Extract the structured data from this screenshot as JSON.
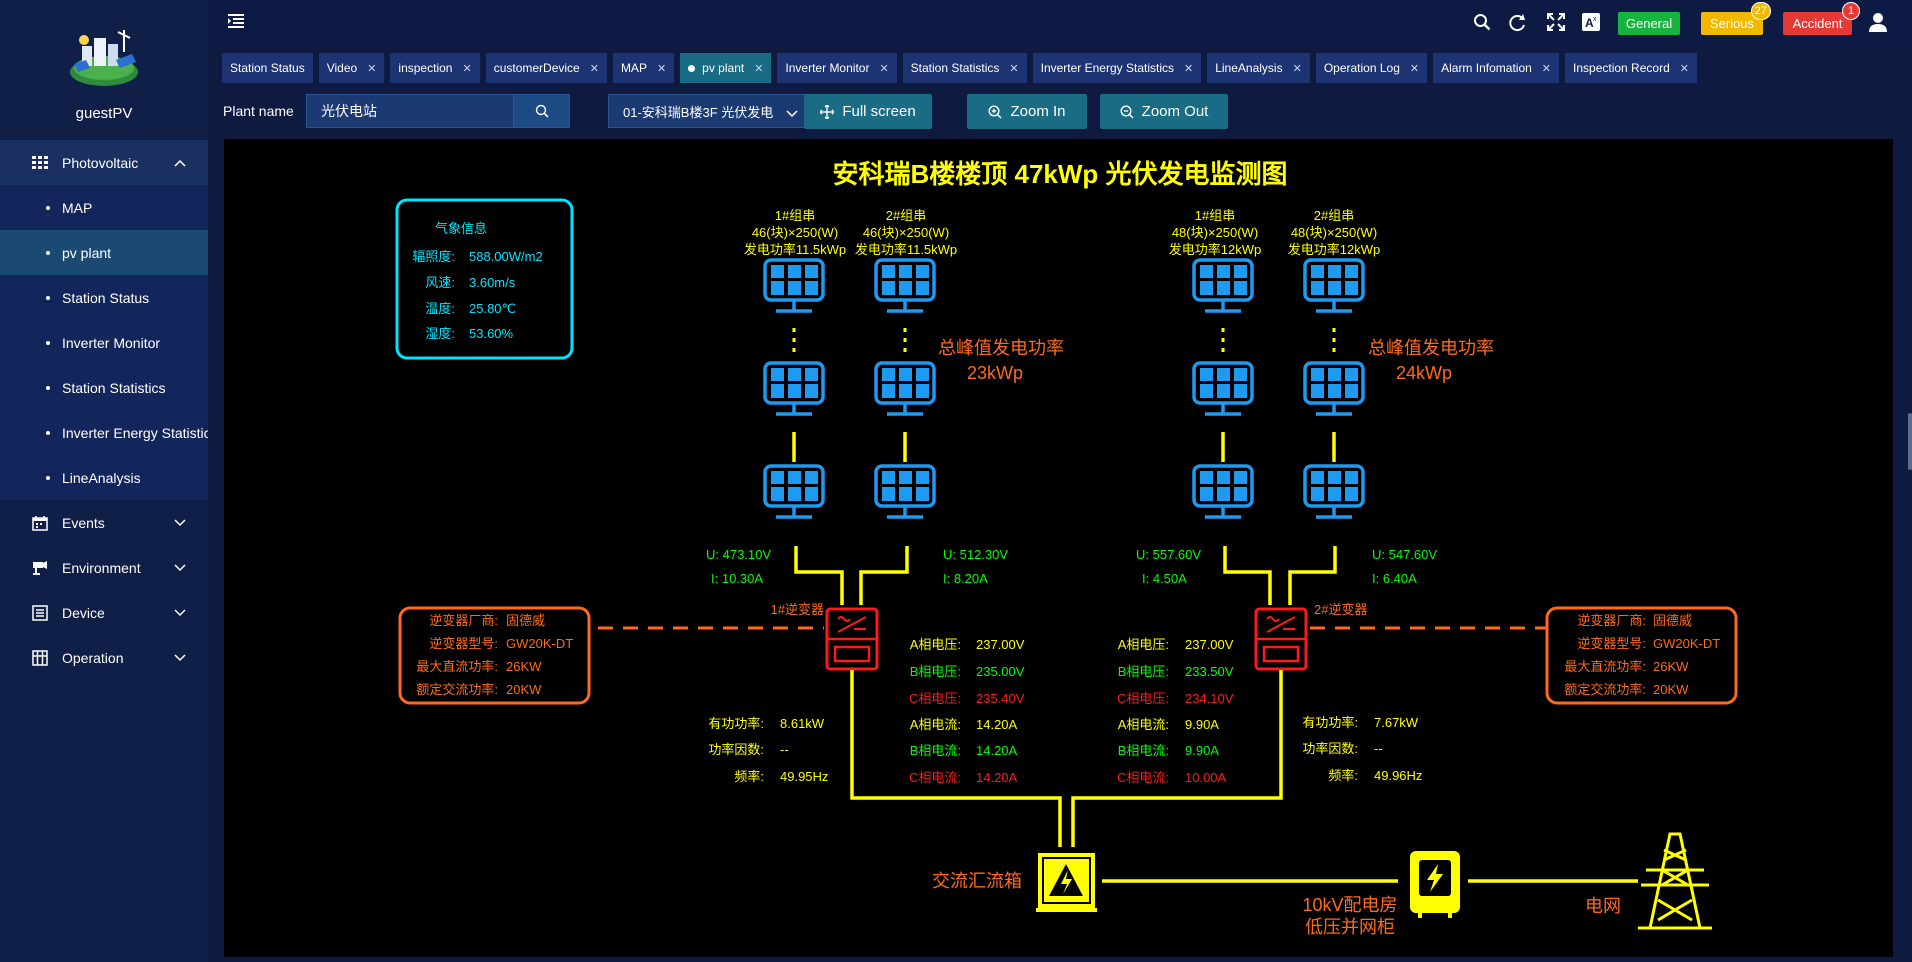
{
  "sidebar": {
    "username": "guestPV",
    "groups": [
      {
        "label": "Photovoltaic"
      },
      {
        "label": "Events"
      },
      {
        "label": "Environment"
      },
      {
        "label": "Device"
      },
      {
        "label": "Operation"
      }
    ],
    "pv_items": [
      {
        "label": "MAP"
      },
      {
        "label": "pv plant"
      },
      {
        "label": "Station Status"
      },
      {
        "label": "Inverter Monitor"
      },
      {
        "label": "Station Statistics"
      },
      {
        "label": "Inverter Energy Statistics"
      },
      {
        "label": "LineAnalysis"
      }
    ]
  },
  "header": {
    "general": {
      "label": "General"
    },
    "serious": {
      "label": "Serious",
      "count": "27",
      "color": "#f2b800"
    },
    "accident": {
      "label": "Accident",
      "count": "1",
      "color": "#e53935"
    }
  },
  "tabs": [
    {
      "label": "Station Status"
    },
    {
      "label": "Video"
    },
    {
      "label": "inspection"
    },
    {
      "label": "customerDevice"
    },
    {
      "label": "MAP"
    },
    {
      "label": "pv plant",
      "active": true
    },
    {
      "label": "Inverter Monitor"
    },
    {
      "label": "Station Statistics"
    },
    {
      "label": "Inverter Energy Statistics"
    },
    {
      "label": "LineAnalysis"
    },
    {
      "label": "Operation Log"
    },
    {
      "label": "Alarm Infomation"
    },
    {
      "label": "Inspection Record"
    }
  ],
  "toolbar": {
    "plant_label": "Plant name",
    "plant_value": "光伏电站",
    "plant_select": "01-安科瑞B楼3F 光伏发电",
    "fullscreen": "Full screen",
    "zoom_in": "Zoom In",
    "zoom_out": "Zoom Out"
  },
  "diagram": {
    "title": "安科瑞B楼楼顶 47kWp 光伏发电监测图",
    "weather": {
      "title": "气象信息",
      "irradiance_label": "辐照度:",
      "irradiance": "588.00W/m2",
      "wind_label": "风速:",
      "wind": "3.60m/s",
      "temp_label": "温度:",
      "temp": "25.80℃",
      "humidity_label": "湿度:",
      "humidity": "53.60%"
    },
    "string_groups": [
      {
        "strings": [
          {
            "name": "1#组串",
            "spec": "46(块)×250(W)",
            "power": "发电功率11.5kWp"
          },
          {
            "name": "2#组串",
            "spec": "46(块)×250(W)",
            "power": "发电功率11.5kWp"
          }
        ],
        "peak_label": "总峰值发电功率",
        "peak_value": "23kWp"
      },
      {
        "strings": [
          {
            "name": "1#组串",
            "spec": "48(块)×250(W)",
            "power": "发电功率12kWp"
          },
          {
            "name": "2#组串",
            "spec": "48(块)×250(W)",
            "power": "发电功率12kWp"
          }
        ],
        "peak_label": "总峰值发电功率",
        "peak_value": "24kWp"
      }
    ],
    "dc": [
      {
        "u": "U: 473.10V",
        "i": "I: 10.30A"
      },
      {
        "u": "U: 512.30V",
        "i": "I: 8.20A"
      },
      {
        "u": "U: 557.60V",
        "i": "I: 4.50A"
      },
      {
        "u": "U: 547.60V",
        "i": "I: 6.40A"
      }
    ],
    "inverters": [
      {
        "name": "1#逆变器",
        "info": {
          "vendor_label": "逆变器厂商:",
          "vendor": "固德威",
          "model_label": "逆变器型号:",
          "model": "GW20K-DT",
          "maxdc_label": "最大直流功率:",
          "maxdc": "26KW",
          "ratedac_label": "额定交流功率:",
          "ratedac": "20KW"
        },
        "phase": [
          {
            "label": "A相电压:",
            "value": "237.00V",
            "color": "#ffff00"
          },
          {
            "label": "B相电压:",
            "value": "235.00V",
            "color": "#00ff00"
          },
          {
            "label": "C相电压:",
            "value": "235.40V",
            "color": "#ff1a1a"
          },
          {
            "label": "A相电流:",
            "value": "14.20A",
            "color": "#ffff00"
          },
          {
            "label": "B相电流:",
            "value": "14.20A",
            "color": "#00ff00"
          },
          {
            "label": "C相电流:",
            "value": "14.20A",
            "color": "#ff1a1a"
          }
        ],
        "power": [
          {
            "label": "有功功率:",
            "value": "8.61kW"
          },
          {
            "label": "功率因数:",
            "value": "--"
          },
          {
            "label": "频率:",
            "value": "49.95Hz"
          }
        ]
      },
      {
        "name": "2#逆变器",
        "info": {
          "vendor_label": "逆变器厂商:",
          "vendor": "固德威",
          "model_label": "逆变器型号:",
          "model": "GW20K-DT",
          "maxdc_label": "最大直流功率:",
          "maxdc": "26KW",
          "ratedac_label": "额定交流功率:",
          "ratedac": "20KW"
        },
        "phase": [
          {
            "label": "A相电压:",
            "value": "237.00V",
            "color": "#ffff00"
          },
          {
            "label": "B相电压:",
            "value": "233.50V",
            "color": "#00ff00"
          },
          {
            "label": "C相电压:",
            "value": "234.10V",
            "color": "#ff1a1a"
          },
          {
            "label": "A相电流:",
            "value": "9.90A",
            "color": "#ffff00"
          },
          {
            "label": "B相电流:",
            "value": "9.90A",
            "color": "#00ff00"
          },
          {
            "label": "C相电流:",
            "value": "10.00A",
            "color": "#ff1a1a"
          }
        ],
        "power": [
          {
            "label": "有功功率:",
            "value": "7.67kW"
          },
          {
            "label": "功率因数:",
            "value": "--"
          },
          {
            "label": "频率:",
            "value": "49.96Hz"
          }
        ]
      }
    ],
    "ac_box": "交流汇流箱",
    "substation_l1": "10kV配电房",
    "substation_l2": "低压并网柜",
    "grid": "电网"
  }
}
